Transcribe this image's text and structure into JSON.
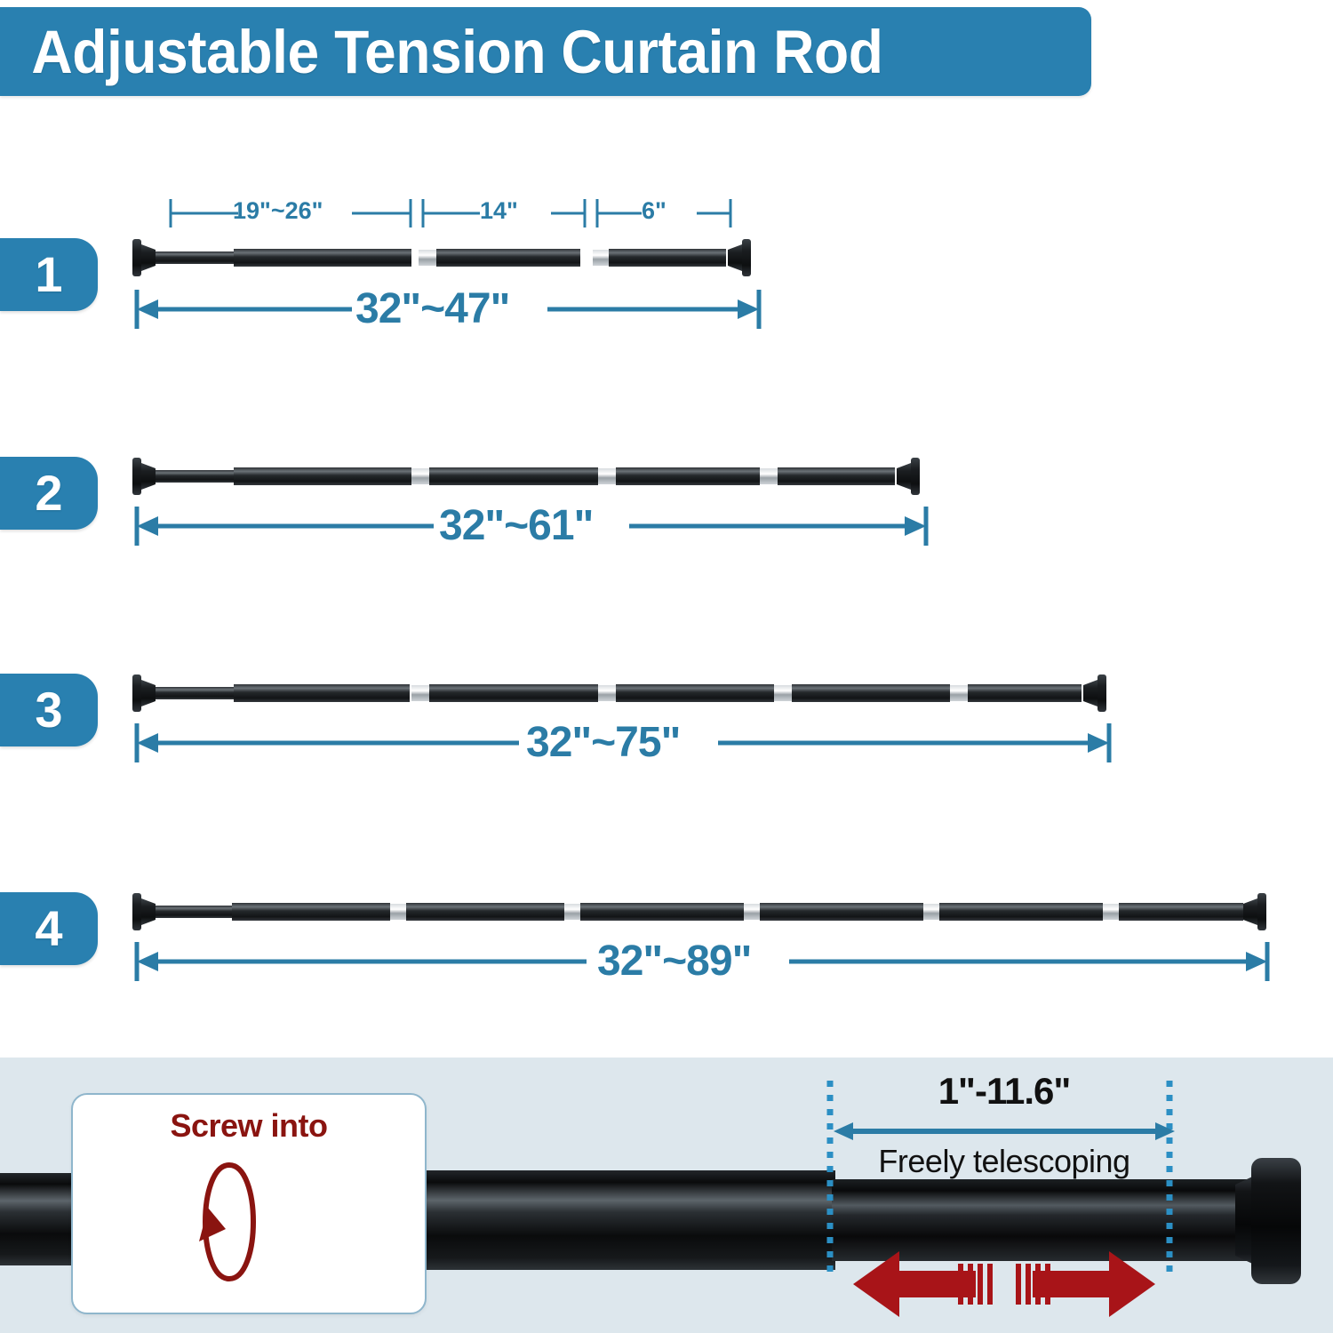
{
  "header": {
    "title": "Adjustable Tension Curtain Rod",
    "accent_color": "#2980b0"
  },
  "rows": [
    {
      "badge": "1",
      "total_label": "32\"~47\"",
      "segments": 3,
      "segment_labels": [
        "19\"~26\"",
        "14\"",
        "6\""
      ]
    },
    {
      "badge": "2",
      "total_label": "32\"~61\"",
      "segments": 4,
      "segment_labels": []
    },
    {
      "badge": "3",
      "total_label": "32\"~75\"",
      "segments": 5,
      "segment_labels": []
    },
    {
      "badge": "4",
      "total_label": "32\"~89\"",
      "segments": 6,
      "segment_labels": []
    }
  ],
  "bottom": {
    "screw_label": "Screw into",
    "telescope_value": "1\"-11.6\"",
    "telescope_caption": "Freely telescoping",
    "panel_color": "#dde7ed",
    "screw_text_color": "#8a1410",
    "dimension_color": "#2b7ca6",
    "arrow_color": "#a81418"
  }
}
